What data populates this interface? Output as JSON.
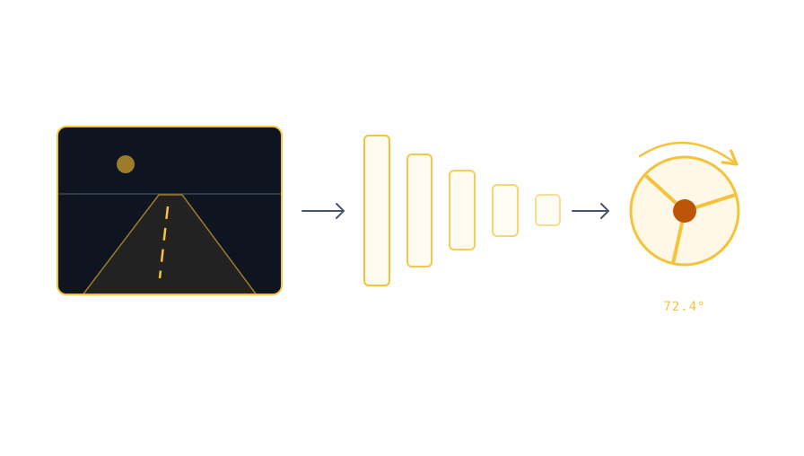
{
  "colors": {
    "background": "#ffffff",
    "accent": "#f5c23a",
    "accent_dark": "#9c7c28",
    "scene_sky": "#0e1420",
    "road": "#222222",
    "horizon": "#3c475a",
    "arrow": "#475569",
    "layer_fill": "#fffbef",
    "wheel_fill": "#fff8e6",
    "hub": "#bd5508"
  },
  "pipeline": {
    "input": {
      "icon": "road-scene-icon"
    },
    "network": {
      "icon": "neural-network-layers-icon",
      "layer_count": 5
    },
    "output": {
      "icon": "steering-wheel-icon",
      "rotation_direction": "clockwise",
      "angle_readout": "72.4°"
    }
  }
}
